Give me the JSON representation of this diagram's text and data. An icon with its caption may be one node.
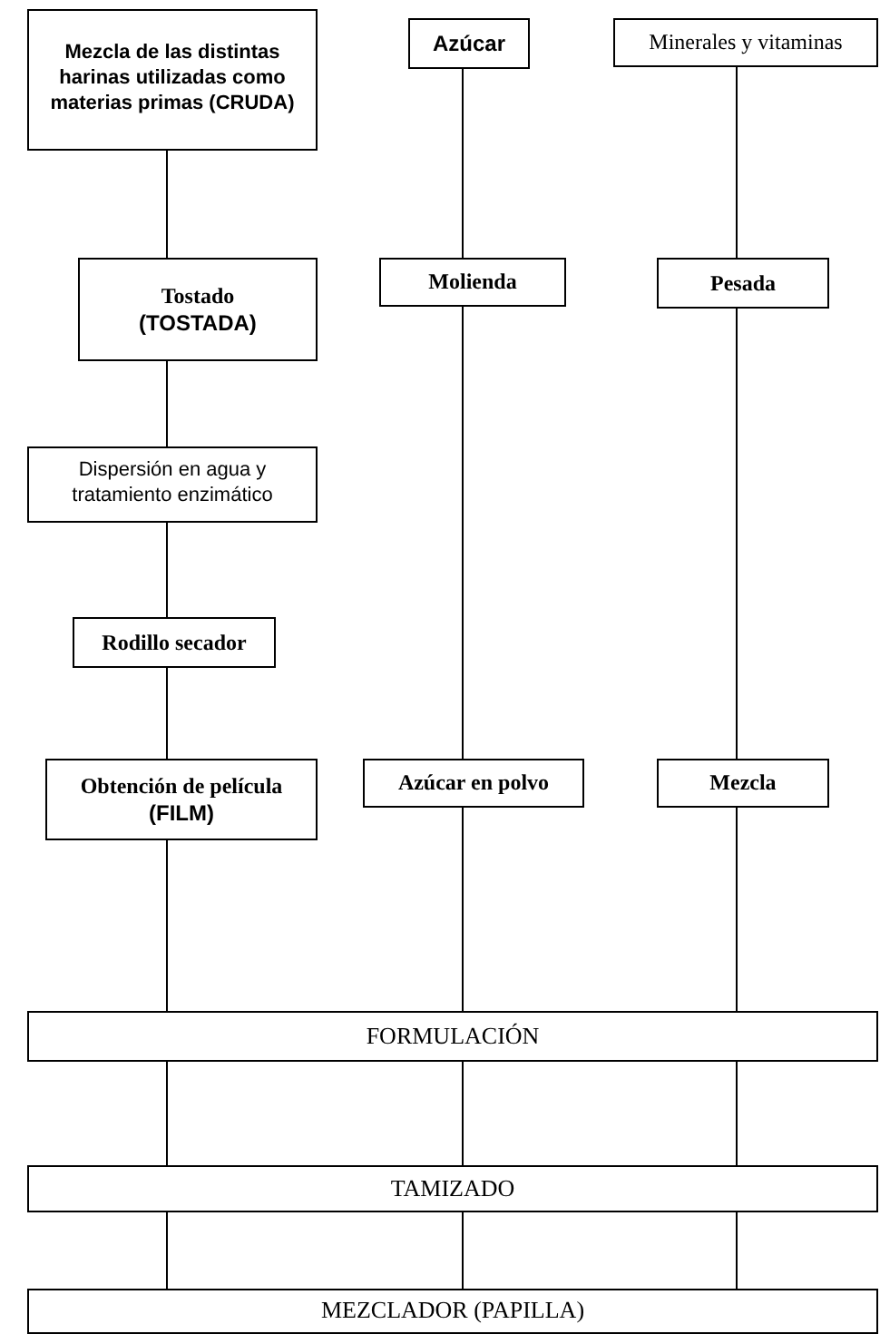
{
  "diagram": {
    "nodes": [
      {
        "text": [
          "Mezcla de las distintas harinas utilizadas como materias primas (CRUDA)"
        ]
      },
      {
        "text": [
          "Azúcar"
        ]
      },
      {
        "text": [
          "Minerales y vitaminas"
        ]
      },
      {
        "text": [
          "Tostado",
          "(TOSTADA)"
        ]
      },
      {
        "text": [
          "Molienda"
        ]
      },
      {
        "text": [
          "Pesada"
        ]
      },
      {
        "text": [
          "Dispersión en agua y tratamiento enzimático"
        ]
      },
      {
        "text": [
          "Rodillo secador"
        ]
      },
      {
        "text": [
          "Obtención de película",
          "(FILM)"
        ]
      },
      {
        "text": [
          "Azúcar en polvo"
        ]
      },
      {
        "text": [
          "Mezcla"
        ]
      },
      {
        "text": [
          "FORMULACIÓN"
        ]
      },
      {
        "text": [
          "TAMIZADO"
        ]
      },
      {
        "text": [
          "MEZCLADOR (PAPILLA)"
        ]
      }
    ],
    "edges": [
      {
        "from": 0,
        "to": 3,
        "arrow": "none"
      },
      {
        "from": 3,
        "to": 6,
        "arrow": "none"
      },
      {
        "from": 6,
        "to": 7,
        "arrow": "none"
      },
      {
        "from": 7,
        "to": 8,
        "arrow": "none"
      },
      {
        "from": 8,
        "to": 11,
        "arrow": "none"
      },
      {
        "from": 1,
        "to": 4,
        "arrow": "none"
      },
      {
        "from": 4,
        "to": 9,
        "arrow": "none"
      },
      {
        "from": 9,
        "to": 11,
        "arrow": "none"
      },
      {
        "from": 2,
        "to": 5,
        "arrow": "none"
      },
      {
        "from": 5,
        "to": 10,
        "arrow": "none"
      },
      {
        "from": 10,
        "to": 11,
        "arrow": "none"
      },
      {
        "from": 11,
        "to": 12,
        "arrow": "none"
      },
      {
        "from": 11,
        "to": 12,
        "arrow": "none"
      },
      {
        "from": 11,
        "to": 12,
        "arrow": "none"
      },
      {
        "from": 12,
        "to": 13,
        "arrow": "none"
      },
      {
        "from": 12,
        "to": 13,
        "arrow": "none"
      },
      {
        "from": 12,
        "to": 13,
        "arrow": "none"
      }
    ]
  }
}
